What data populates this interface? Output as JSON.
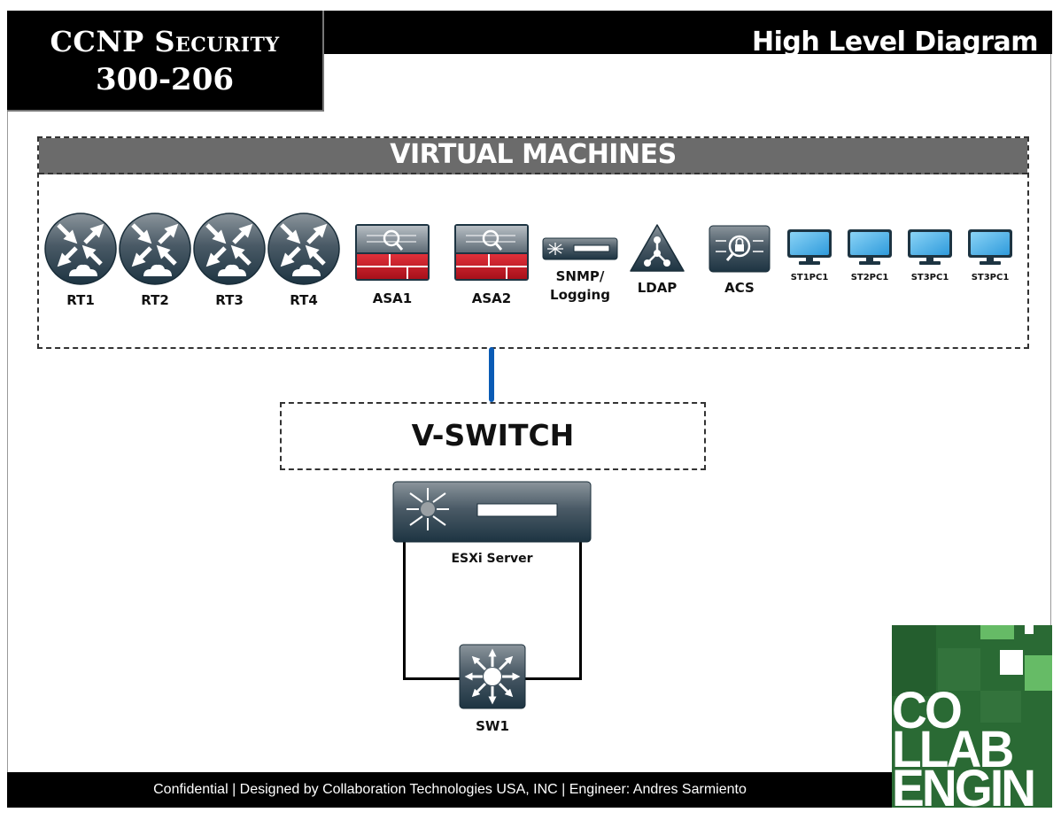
{
  "header": {
    "title_line1": "CCNP Security",
    "title_line2": "300-206",
    "diagram_title": "High Level Diagram"
  },
  "virtual_machines": {
    "label": "VIRTUAL MACHINES",
    "devices": [
      {
        "name": "RT1",
        "type": "router-icon"
      },
      {
        "name": "RT2",
        "type": "router-icon"
      },
      {
        "name": "RT3",
        "type": "router-icon"
      },
      {
        "name": "RT4",
        "type": "router-icon"
      },
      {
        "name": "ASA1",
        "type": "firewall-icon"
      },
      {
        "name": "ASA2",
        "type": "firewall-icon"
      },
      {
        "name": "SNMP/\nLogging",
        "line1": "SNMP/",
        "line2": "Logging",
        "type": "server-appliance-icon"
      },
      {
        "name": "LDAP",
        "type": "directory-server-icon"
      },
      {
        "name": "ACS",
        "type": "access-control-server-icon"
      },
      {
        "name": "ST1PC1",
        "type": "pc-monitor-icon"
      },
      {
        "name": "ST2PC1",
        "type": "pc-monitor-icon"
      },
      {
        "name": "ST3PC1",
        "type": "pc-monitor-icon"
      },
      {
        "name": "ST3PC1",
        "type": "pc-monitor-icon"
      }
    ]
  },
  "vswitch": {
    "label": "V-SWITCH"
  },
  "esxi": {
    "label": "ESXi Server",
    "type": "server-switch-icon"
  },
  "switch": {
    "label": "SW1",
    "type": "layer3-switch-icon"
  },
  "colors": {
    "link_blue": "#0a5bb5",
    "device_dark": "#1f3a4a",
    "firewall_red": "#c8202a",
    "pc_blue": "#3aa6e0",
    "logo_green": "#2a6a34",
    "logo_light_green": "#66bb66"
  },
  "footer": {
    "text": "Confidential | Designed by Collaboration Technologies USA, INC | Engineer: Andres Sarmiento"
  },
  "logo": {
    "line1": "CO",
    "line2": "LLAB",
    "line3": "ENGIN"
  }
}
